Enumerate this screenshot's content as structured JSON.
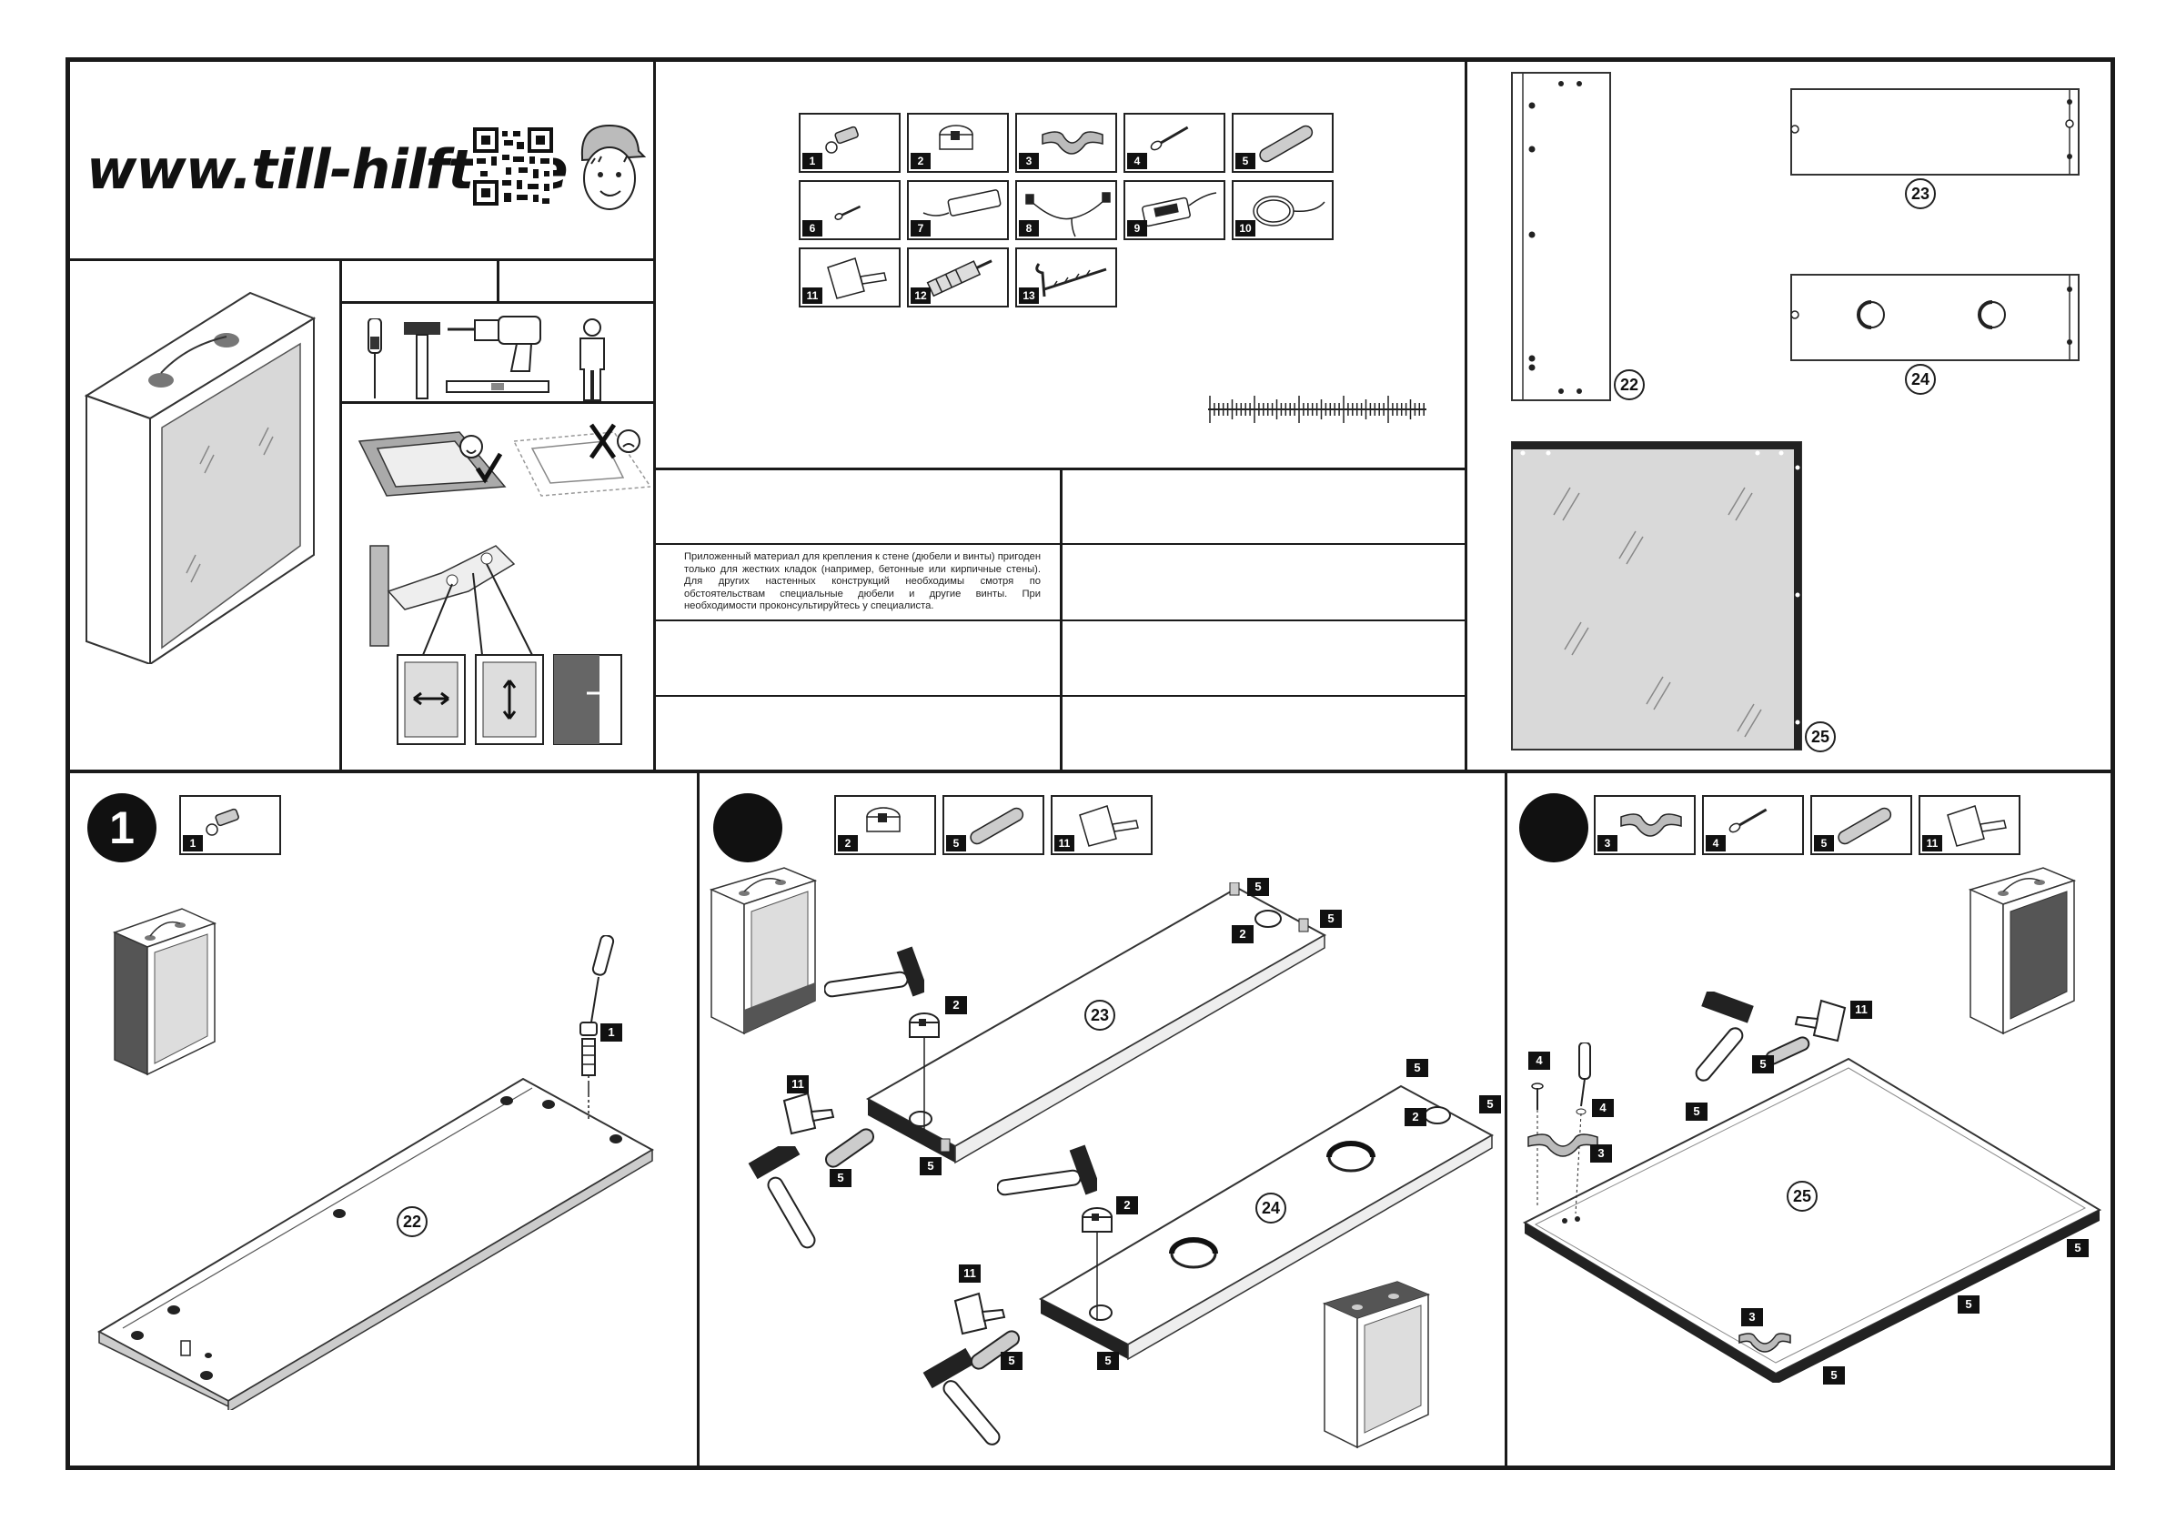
{
  "header": {
    "website": "www.till-hilft.de",
    "qr_icon": "qr-code-icon",
    "mascot_icon": "boy-mascot-icon"
  },
  "note": {
    "text": "Приложенный материал для крепления к стене (дюбели и винты) пригоден только для жестких кладок (например, бетонные или кирпичные стены). Для других настенных конструкций необходимы смотря по обстоятельствам специальные дюбели и другие винты. При необходимости проконсультируйтесь у специалиста."
  },
  "parts": [
    {
      "num": "1",
      "icon": "wall-plug-screw-icon"
    },
    {
      "num": "2",
      "icon": "cam-lock-icon"
    },
    {
      "num": "3",
      "icon": "bracket-icon"
    },
    {
      "num": "4",
      "icon": "screw-icon"
    },
    {
      "num": "5",
      "icon": "wooden-dowel-icon"
    },
    {
      "num": "6",
      "icon": "small-screw-icon"
    },
    {
      "num": "7",
      "icon": "led-driver-icon"
    },
    {
      "num": "8",
      "icon": "y-cable-icon"
    },
    {
      "num": "9",
      "icon": "switch-box-icon"
    },
    {
      "num": "10",
      "icon": "cable-coil-icon"
    },
    {
      "num": "11",
      "icon": "glue-tube-icon"
    },
    {
      "num": "12",
      "icon": "wall-anchor-icon"
    },
    {
      "num": "13",
      "icon": "hook-screw-icon"
    }
  ],
  "panels": [
    {
      "num": "22",
      "icon": "side-panel-icon"
    },
    {
      "num": "23",
      "icon": "top-panel-icon"
    },
    {
      "num": "24",
      "icon": "bottom-panel-icon"
    },
    {
      "num": "25",
      "icon": "mirror-door-icon"
    }
  ],
  "steps": [
    {
      "num": "1",
      "parts": [
        "1"
      ],
      "panel": "22",
      "tags": [
        "1"
      ]
    },
    {
      "num": "",
      "parts": [
        "2",
        "5",
        "11"
      ],
      "panels": [
        "23",
        "24"
      ],
      "tags": [
        "5",
        "5",
        "2",
        "2",
        "11",
        "5",
        "5",
        "5",
        "5",
        "2",
        "2",
        "11",
        "5",
        "5"
      ]
    },
    {
      "num": "",
      "parts": [
        "3",
        "4",
        "5",
        "11"
      ],
      "panel": "25",
      "tags": [
        "4",
        "4",
        "3",
        "11",
        "5",
        "5",
        "5",
        "5",
        "5",
        "3"
      ]
    }
  ],
  "tools": {
    "screwdriver_icon": "screwdriver-icon",
    "hammer_icon": "hammer-icon",
    "drill_icon": "drill-icon",
    "level_icon": "spirit-level-icon",
    "person_icon": "person-icon"
  }
}
